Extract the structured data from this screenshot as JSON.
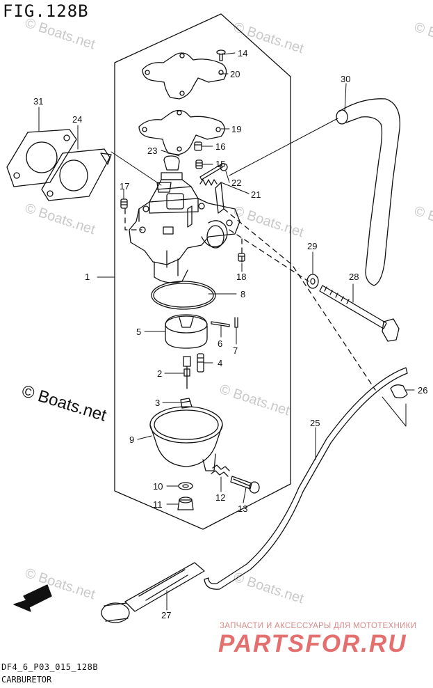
{
  "figure": {
    "title": "FIG.128B",
    "code": "DF4_6_P03_015_128B",
    "caption": "CARBURETOR",
    "copyright": "© Boats.net",
    "watermark": "© Boats.net",
    "fwd": "FWD"
  },
  "brand": {
    "tagline": "ЗАПЧАСТИ И АКСЕССУАРЫ ДЛЯ МОТОТЕХНИКИ",
    "name": "PARTSFOR.RU",
    "color": "#e46f6f"
  },
  "callouts": [
    {
      "id": "1",
      "label": "1"
    },
    {
      "id": "2",
      "label": "2"
    },
    {
      "id": "3",
      "label": "3"
    },
    {
      "id": "4",
      "label": "4"
    },
    {
      "id": "5",
      "label": "5"
    },
    {
      "id": "6",
      "label": "6"
    },
    {
      "id": "7",
      "label": "7"
    },
    {
      "id": "8",
      "label": "8"
    },
    {
      "id": "9",
      "label": "9"
    },
    {
      "id": "10",
      "label": "10"
    },
    {
      "id": "11",
      "label": "11"
    },
    {
      "id": "12",
      "label": "12"
    },
    {
      "id": "13",
      "label": "13"
    },
    {
      "id": "14",
      "label": "14"
    },
    {
      "id": "15",
      "label": "15"
    },
    {
      "id": "16",
      "label": "16"
    },
    {
      "id": "17",
      "label": "17"
    },
    {
      "id": "18",
      "label": "18"
    },
    {
      "id": "19",
      "label": "19"
    },
    {
      "id": "20",
      "label": "20"
    },
    {
      "id": "21",
      "label": "21"
    },
    {
      "id": "22",
      "label": "22"
    },
    {
      "id": "23",
      "label": "23"
    },
    {
      "id": "24",
      "label": "24"
    },
    {
      "id": "25",
      "label": "25"
    },
    {
      "id": "26",
      "label": "26"
    },
    {
      "id": "27",
      "label": "27"
    },
    {
      "id": "28",
      "label": "28"
    },
    {
      "id": "29",
      "label": "29"
    },
    {
      "id": "30",
      "label": "30"
    },
    {
      "id": "31",
      "label": "31"
    }
  ]
}
